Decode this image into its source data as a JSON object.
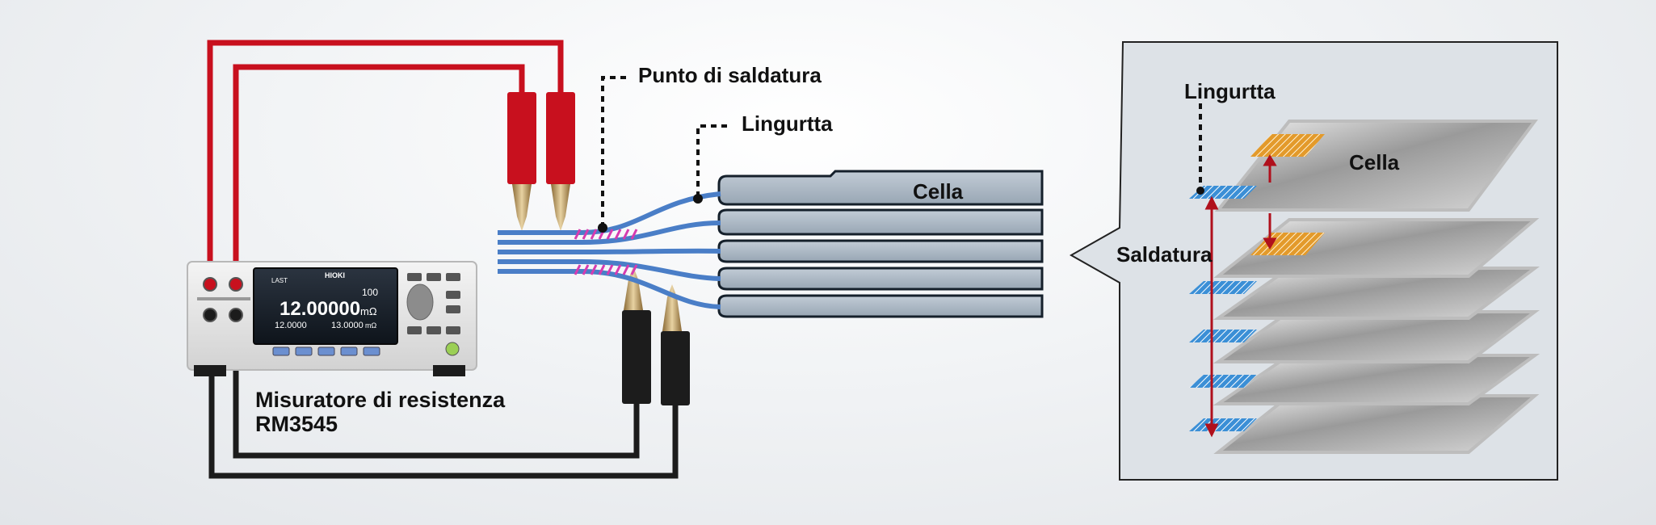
{
  "labels": {
    "weld_point": "Punto di saldatura",
    "tab": "Lingurtta",
    "cell": "Cella",
    "meter_line1": "Misuratore di resistenza",
    "meter_line2": "RM3545",
    "inset_tab": "Lingurtta",
    "inset_cell": "Cella",
    "inset_weld": "Saldatura"
  },
  "meter": {
    "brand": "HIOKI",
    "main_reading": "12.00000",
    "main_unit": "mΩ",
    "sub_reading_left": "12.0000",
    "sub_reading_right": "13.0000",
    "sub_unit": "mΩ",
    "range": "100"
  },
  "colors": {
    "red_lead": "#c8101e",
    "black_lead": "#1c1c1c",
    "tab_blue": "#4a7ec7",
    "weld_magenta": "#d63bb0",
    "cell_gray": "#aab6c2",
    "tab_orange": "#e39a2b",
    "arrow_red": "#b0101c"
  }
}
